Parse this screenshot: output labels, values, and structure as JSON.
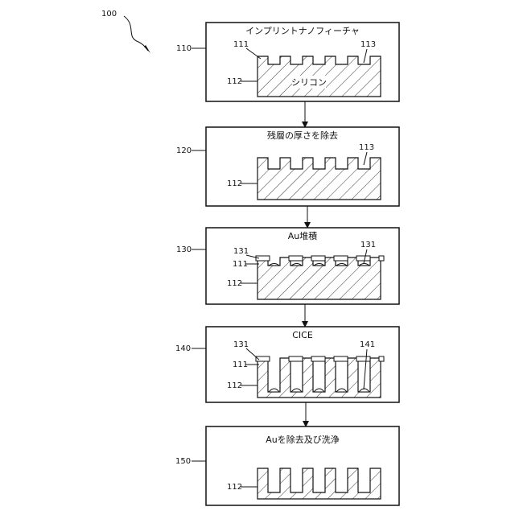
{
  "figure": {
    "label": "100"
  },
  "steps": [
    {
      "num": "110",
      "title": "インプリントナノフィーチャ",
      "callouts": {
        "top_left": "111",
        "top_right": "113",
        "substrate": "112",
        "material": "シリコン"
      }
    },
    {
      "num": "120",
      "title": "残層の厚さを除去",
      "callouts": {
        "top_right": "113",
        "substrate": "112"
      }
    },
    {
      "num": "130",
      "title": "Au堆積",
      "callouts": {
        "top_left": "131",
        "top_right": "131",
        "mid_left": "111",
        "substrate": "112"
      }
    },
    {
      "num": "140",
      "title": "CICE",
      "callouts": {
        "top_left": "131",
        "top_right": "141",
        "mid_left": "111",
        "substrate": "112"
      }
    },
    {
      "num": "150",
      "title": "Auを除去及び洗浄",
      "callouts": {
        "substrate": "112"
      }
    }
  ]
}
